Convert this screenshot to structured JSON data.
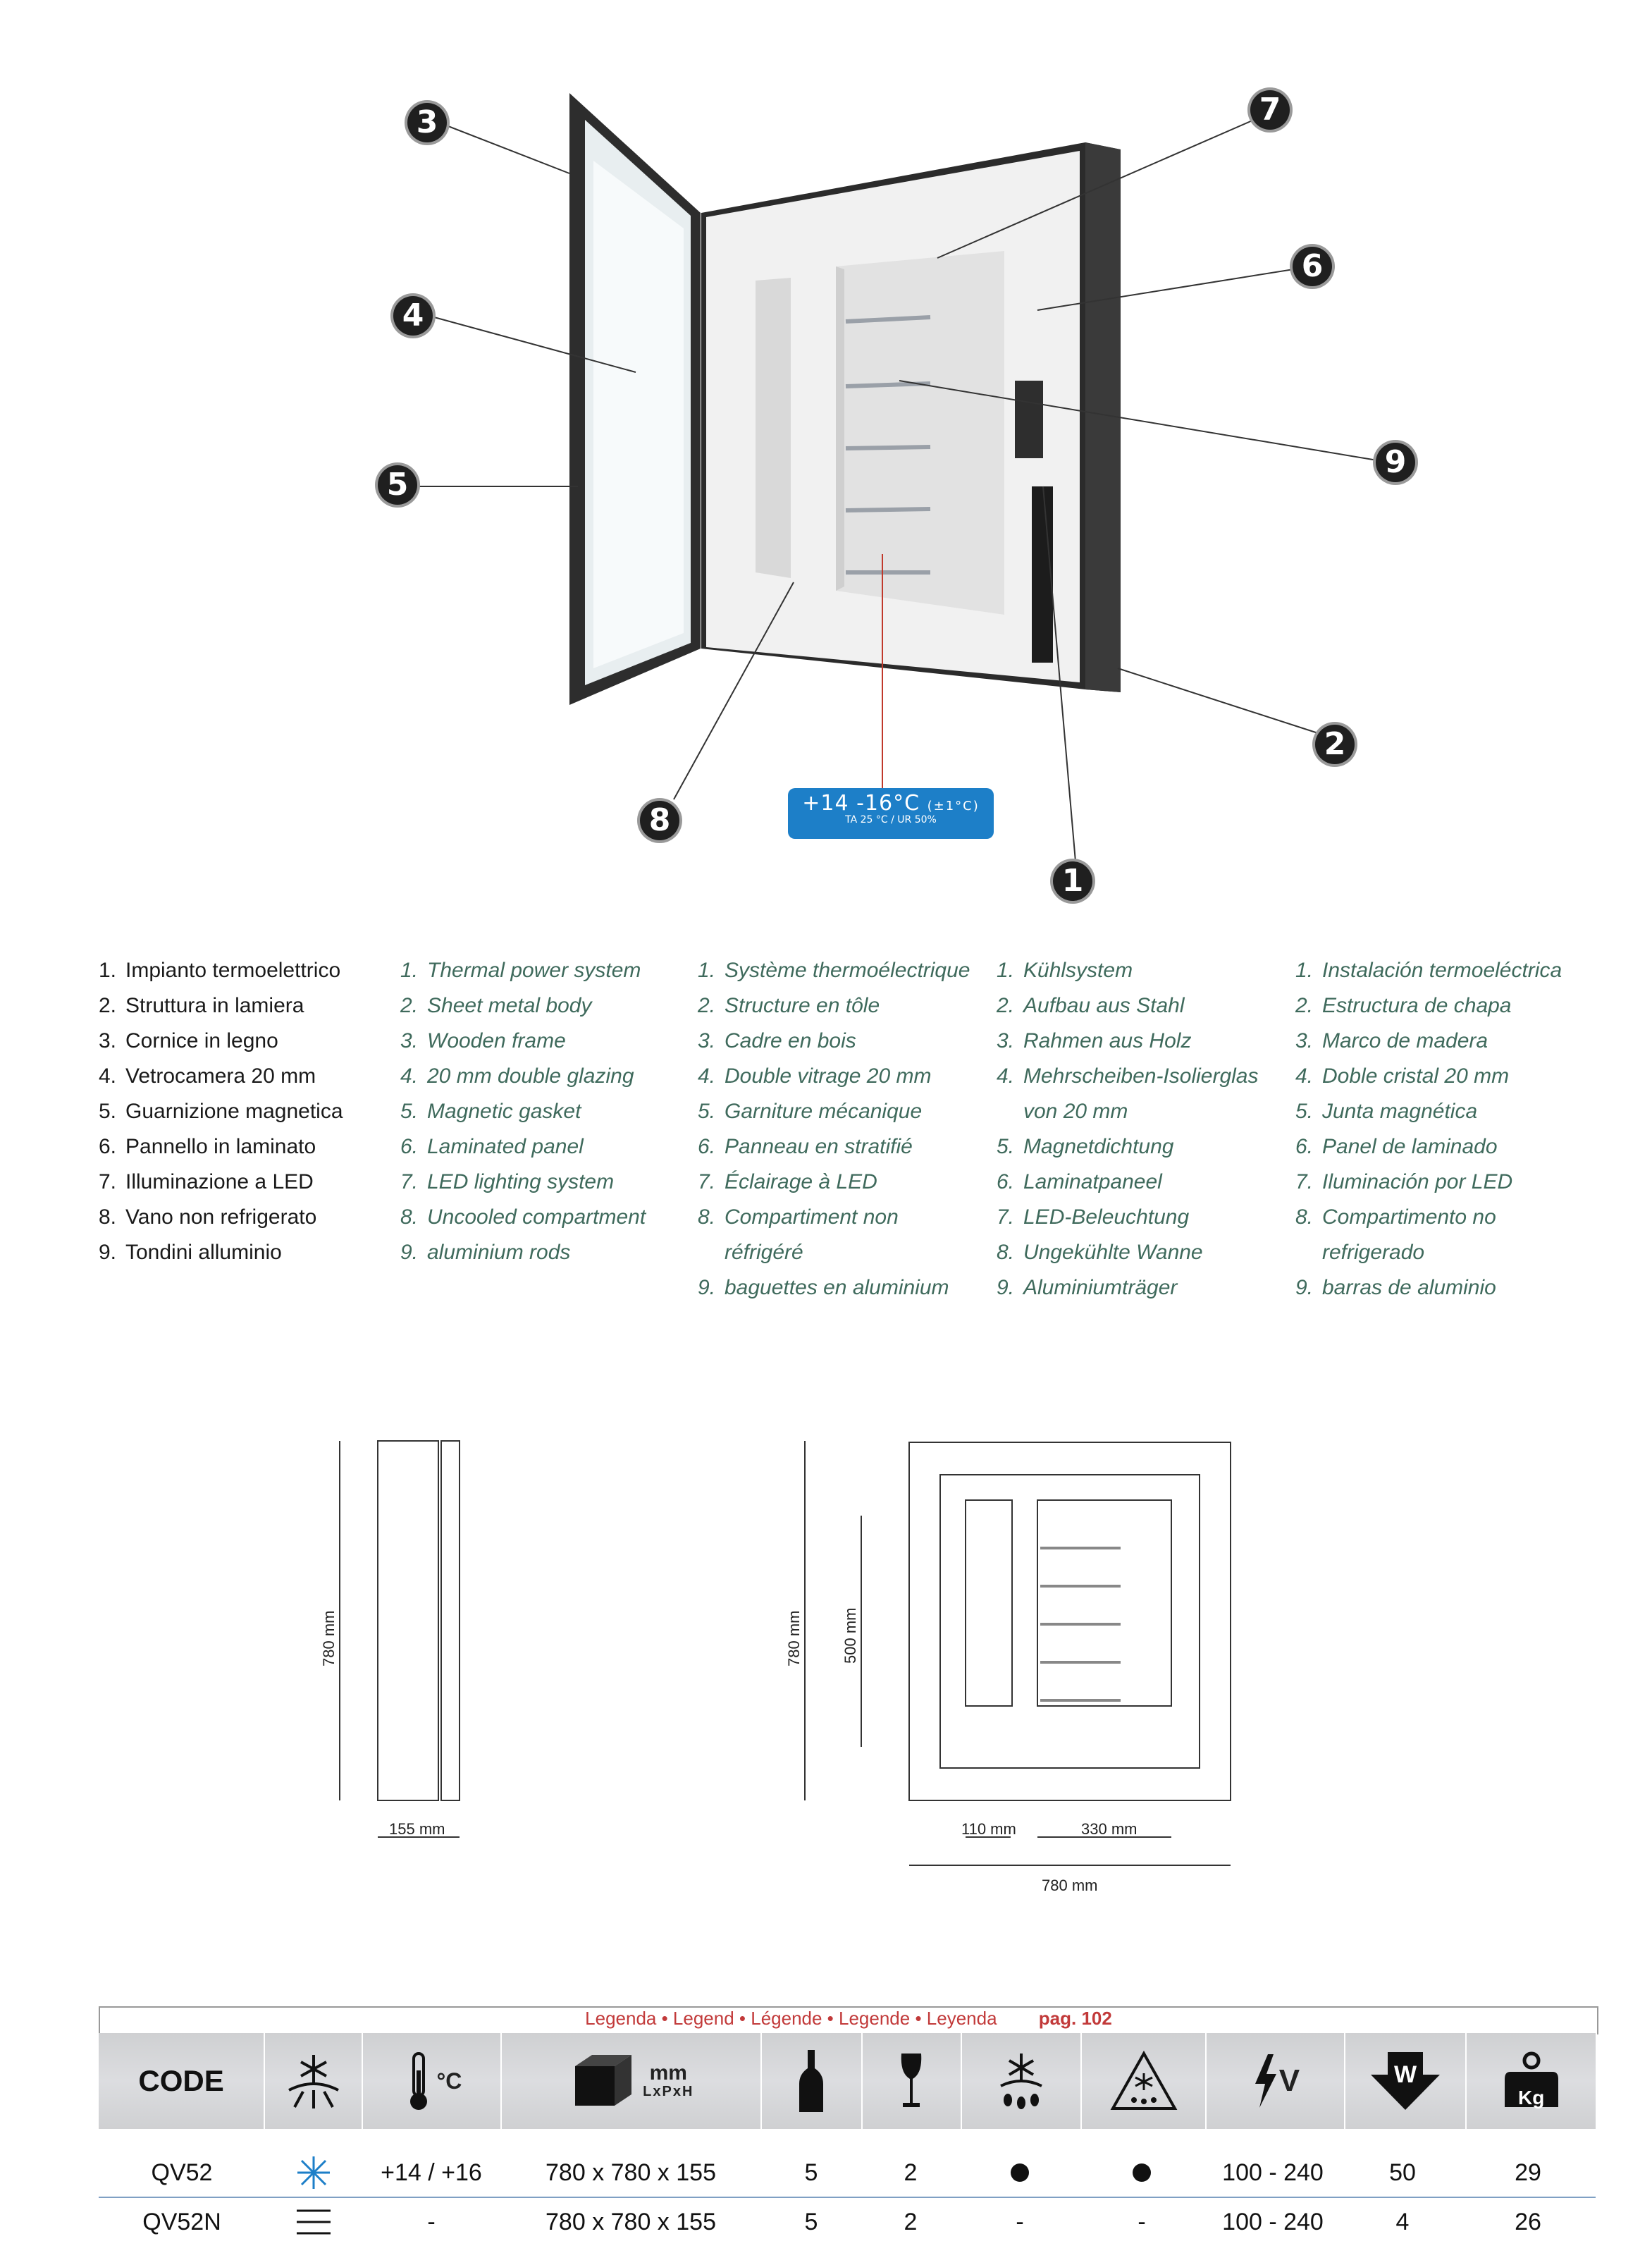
{
  "callouts": [
    "1",
    "2",
    "3",
    "4",
    "5",
    "6",
    "7",
    "8",
    "9"
  ],
  "temperature": {
    "main": "+14 -16°C",
    "tolerance": "(±1°C)",
    "conditions": "TA 25 °C / UR 50%"
  },
  "legend": {
    "it": [
      {
        "n": "1.",
        "t": "Impianto termoelettrico"
      },
      {
        "n": "2.",
        "t": "Struttura in lamiera"
      },
      {
        "n": "3.",
        "t": "Cornice in legno"
      },
      {
        "n": "4.",
        "t": "Vetrocamera 20 mm"
      },
      {
        "n": "5.",
        "t": "Guarnizione magnetica"
      },
      {
        "n": "6.",
        "t": "Pannello in laminato"
      },
      {
        "n": "7.",
        "t": "Illuminazione a LED"
      },
      {
        "n": "8.",
        "t": "Vano non refrigerato"
      },
      {
        "n": "9.",
        "t": "Tondini alluminio"
      }
    ],
    "en": [
      {
        "n": "1.",
        "t": "Thermal power system"
      },
      {
        "n": "2.",
        "t": "Sheet metal body"
      },
      {
        "n": "3.",
        "t": "Wooden frame"
      },
      {
        "n": "4.",
        "t": "20 mm double glazing"
      },
      {
        "n": "5.",
        "t": "Magnetic gasket"
      },
      {
        "n": "6.",
        "t": "Laminated panel"
      },
      {
        "n": "7.",
        "t": "LED lighting system"
      },
      {
        "n": "8.",
        "t": "Uncooled compartment"
      },
      {
        "n": "9.",
        "t": "aluminium rods"
      }
    ],
    "fr": [
      {
        "n": "1.",
        "t": "Système thermoélectrique"
      },
      {
        "n": "2.",
        "t": "Structure en tôle"
      },
      {
        "n": "3.",
        "t": "Cadre en bois"
      },
      {
        "n": "4.",
        "t": "Double vitrage 20 mm"
      },
      {
        "n": "5.",
        "t": "Garniture mécanique"
      },
      {
        "n": "6.",
        "t": "Panneau en stratifié"
      },
      {
        "n": "7.",
        "t": "Éclairage à LED"
      },
      {
        "n": "8.",
        "t": "Compartiment non"
      },
      {
        "n": "",
        "t": "réfrigéré"
      },
      {
        "n": "9.",
        "t": "baguettes en aluminium"
      }
    ],
    "de": [
      {
        "n": "1.",
        "t": "Kühlsystem"
      },
      {
        "n": "2.",
        "t": "Aufbau aus Stahl"
      },
      {
        "n": "3.",
        "t": "Rahmen aus Holz"
      },
      {
        "n": "4.",
        "t": "Mehrscheiben-Isolierglas"
      },
      {
        "n": "",
        "t": "von 20 mm"
      },
      {
        "n": "5.",
        "t": "Magnetdichtung"
      },
      {
        "n": "6.",
        "t": "Laminatpaneel"
      },
      {
        "n": "7.",
        "t": "LED-Beleuchtung"
      },
      {
        "n": "8.",
        "t": "Ungekühlte Wanne"
      },
      {
        "n": "9.",
        "t": "Aluminiumträger"
      }
    ],
    "es": [
      {
        "n": "1.",
        "t": "Instalación termoeléctrica"
      },
      {
        "n": "2.",
        "t": "Estructura de chapa"
      },
      {
        "n": "3.",
        "t": "Marco de madera"
      },
      {
        "n": "4.",
        "t": "Doble cristal 20 mm"
      },
      {
        "n": "5.",
        "t": "Junta magnética"
      },
      {
        "n": "6.",
        "t": "Panel de laminado"
      },
      {
        "n": "7.",
        "t": "Iluminación por LED"
      },
      {
        "n": "8.",
        "t": "Compartimento no"
      },
      {
        "n": "",
        "t": "refrigerado"
      },
      {
        "n": "9.",
        "t": "barras de aluminio"
      }
    ]
  },
  "dimensions": {
    "side_height": "780 mm",
    "side_depth": "155 mm",
    "front_height": "780 mm",
    "inner_height": "500 mm",
    "left_width": "110 mm",
    "right_width": "330 mm",
    "total_width": "780 mm"
  },
  "spec_table": {
    "legend_text": "Legenda • Legend • Légende • Legende • Leyenda",
    "legend_page": "pag. 102",
    "headers": {
      "code": "CODE",
      "temp_unit": "°C",
      "size_unit": "mm",
      "size_sub": "LxPxH",
      "volt": "V",
      "watt": "W",
      "kg": "Kg"
    },
    "icons": [
      "cooling-icon",
      "thermometer-icon",
      "box-dimensions-icon",
      "bottle-icon",
      "glass-icon",
      "defrost-icon",
      "humidity-warning-icon",
      "voltage-icon",
      "watt-icon",
      "weight-icon"
    ],
    "rows": [
      {
        "code": "QV52",
        "type_icon": "snowflake",
        "temp": "+14 / +16",
        "size": "780 x 780 x 155",
        "bottles": "5",
        "glasses": "2",
        "defrost": "dot",
        "humidity": "dot",
        "volt": "100 - 240",
        "watt": "50",
        "kg": "29"
      },
      {
        "code": "QV52N",
        "type_icon": "lines",
        "temp": "-",
        "size": "780 x 780 x 155",
        "bottles": "5",
        "glasses": "2",
        "defrost": "-",
        "humidity": "-",
        "volt": "100 - 240",
        "watt": "4",
        "kg": "26"
      }
    ]
  },
  "colors": {
    "accent": "#1d7fc8",
    "legend_red": "#c23a3a",
    "italic_green": "#3f6a5c"
  }
}
